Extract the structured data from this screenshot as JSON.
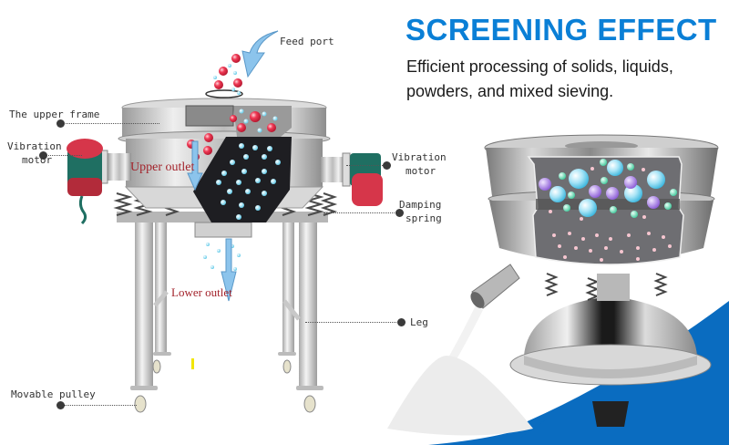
{
  "heading": {
    "title": "SCREENING EFFECT",
    "subtitle": "Efficient processing of solids, liquids, powders, and mixed sieving."
  },
  "diagram_labels": {
    "feed_port": "Feed port",
    "upper_frame": "The upper frame",
    "vibration_motor_left_line1": "Vibration",
    "vibration_motor_left_line2": "motor",
    "vibration_motor_right_line1": "Vibration",
    "vibration_motor_right_line2": "motor",
    "damping_spring_line1": "Damping",
    "damping_spring_line2": "spring",
    "upper_outlet": "Upper outlet",
    "lower_outlet": "Lower outlet",
    "leg": "Leg",
    "movable_pulley": "Movable pulley"
  },
  "colors": {
    "title_blue": "#0a7fd6",
    "background_blue": "#0a6cc0",
    "outlet_label_red": "#a3232b",
    "motor_red": "#d6364a",
    "motor_teal": "#1f6f62",
    "arrow_blue": "#8cc4ec"
  }
}
